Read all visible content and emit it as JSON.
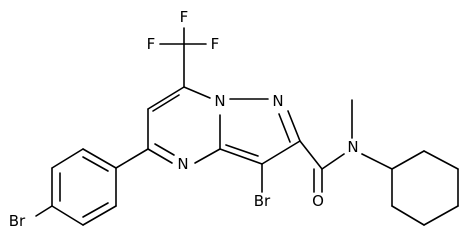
{
  "diagram": {
    "type": "chemical-structure",
    "colors": {
      "bond": "#000000",
      "label": "#000000",
      "background": "#ffffff"
    },
    "atom_labels": {
      "f1": "F",
      "f2": "F",
      "f3": "F",
      "n_bridge": "N",
      "n_pyrazole": "N",
      "n_pyrimidine": "N",
      "n_amide": "N",
      "br_ring": "Br",
      "br_phenyl": "Br",
      "o_carbonyl": "O"
    }
  }
}
